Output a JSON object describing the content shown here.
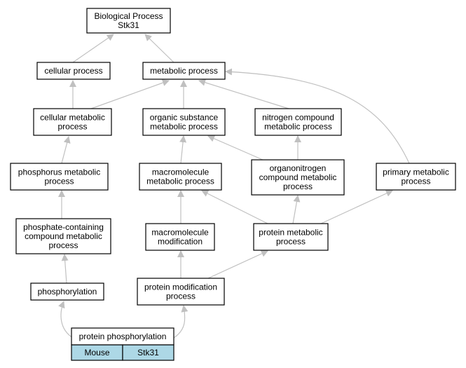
{
  "diagram": {
    "nodes": [
      {
        "id": "bp",
        "lines": [
          "Biological Process",
          "Stk31"
        ]
      },
      {
        "id": "cellular",
        "lines": [
          "cellular process"
        ]
      },
      {
        "id": "metabolic",
        "lines": [
          "metabolic process"
        ]
      },
      {
        "id": "cellmeta",
        "lines": [
          "cellular metabolic",
          "process"
        ]
      },
      {
        "id": "orgsub",
        "lines": [
          "organic substance",
          "metabolic process"
        ]
      },
      {
        "id": "nitro",
        "lines": [
          "nitrogen compound",
          "metabolic process"
        ]
      },
      {
        "id": "phosmeta",
        "lines": [
          "phosphorus metabolic",
          "process"
        ]
      },
      {
        "id": "macro",
        "lines": [
          "macromolecule",
          "metabolic process"
        ]
      },
      {
        "id": "organonitro",
        "lines": [
          "organonitrogen",
          "compound metabolic",
          "process"
        ]
      },
      {
        "id": "primary",
        "lines": [
          "primary metabolic",
          "process"
        ]
      },
      {
        "id": "phoscontain",
        "lines": [
          "phosphate-containing",
          "compound metabolic",
          "process"
        ]
      },
      {
        "id": "macromod",
        "lines": [
          "macromolecule",
          "modification"
        ]
      },
      {
        "id": "protmeta",
        "lines": [
          "protein metabolic",
          "process"
        ]
      },
      {
        "id": "phosphorylation",
        "lines": [
          "phosphorylation"
        ]
      },
      {
        "id": "protmod",
        "lines": [
          "protein modification",
          "process"
        ]
      },
      {
        "id": "protphos",
        "lines": [
          "protein phosphorylation"
        ]
      }
    ],
    "legend": {
      "left": "Mouse",
      "right": "Stk31",
      "fill": "#add8e6"
    },
    "edge_color": "#c0c0c0"
  }
}
